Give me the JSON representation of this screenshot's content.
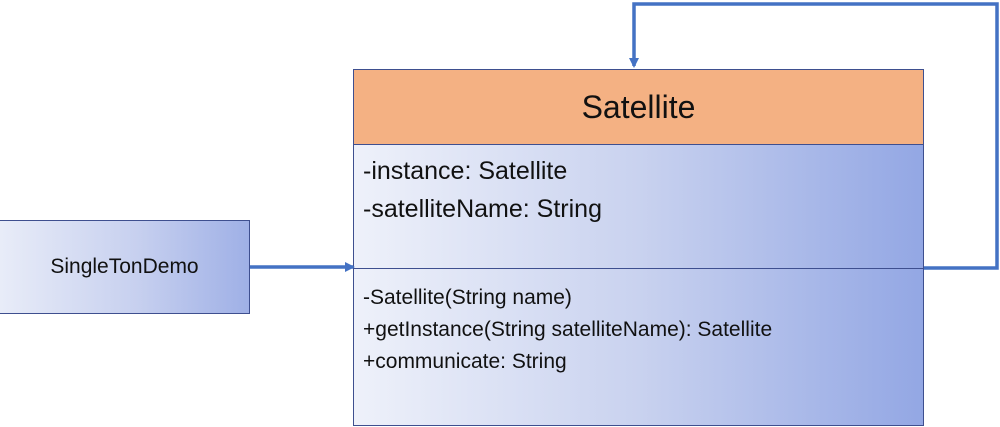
{
  "demo_box": {
    "label": "SingleTonDemo"
  },
  "class_box": {
    "name": "Satellite",
    "attributes": [
      "-instance: Satellite",
      "-satelliteName: String"
    ],
    "methods": [
      "-Satellite(String name)",
      "+getInstance(String satelliteName): Satellite",
      "+communicate: String"
    ]
  },
  "colors": {
    "header_fill": "#f4b183",
    "connector": "#4472c4",
    "border": "#3e4f8f"
  }
}
